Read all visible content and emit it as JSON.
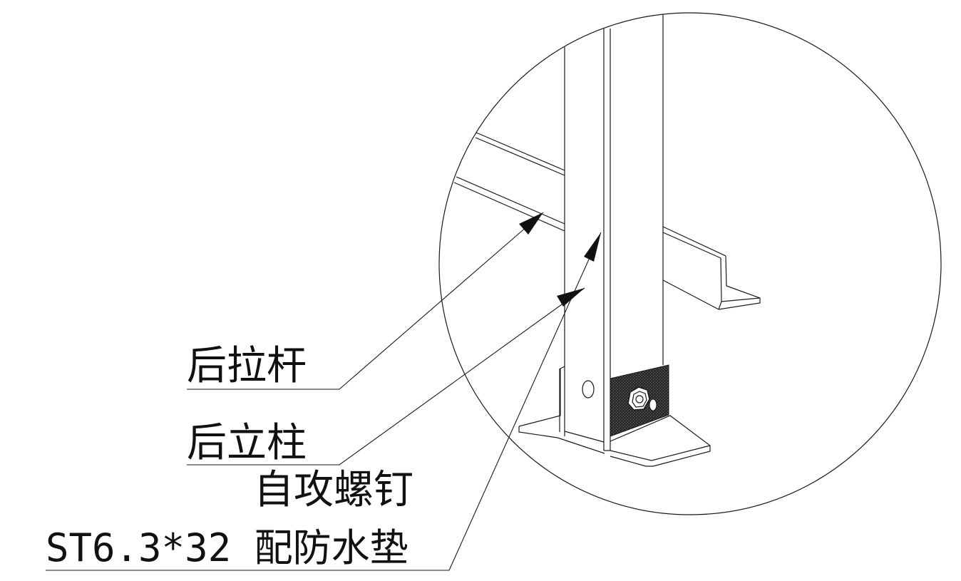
{
  "callouts": {
    "rear_brace": "后拉杆",
    "rear_post": "后立柱",
    "screw_name": "自攻螺钉",
    "screw_spec": "ST6.3*32 配防水垫"
  },
  "colors": {
    "line": "#1a1a1a",
    "pad": "#2b2b2b",
    "background": "#ffffff"
  }
}
